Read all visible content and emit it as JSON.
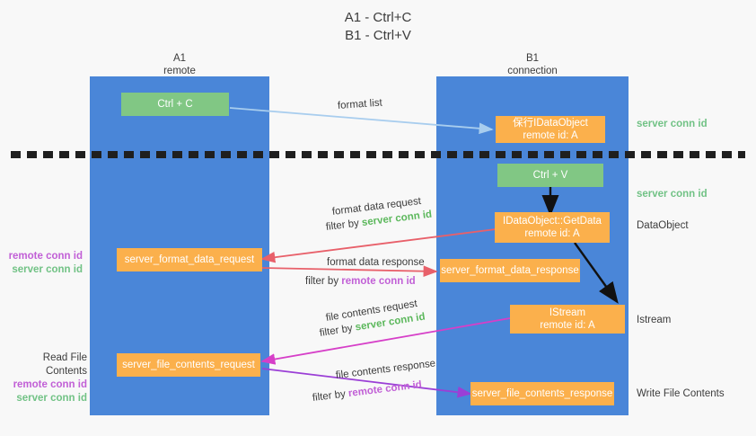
{
  "title": {
    "line1": "A1 - Ctrl+C",
    "line2": "B1 - Ctrl+V"
  },
  "lanes": [
    {
      "id": "A1",
      "name": "A1",
      "sub": "remote"
    },
    {
      "id": "B1",
      "name": "B1",
      "sub": "connection"
    }
  ],
  "boxes": {
    "ctrl_c": "Ctrl + C",
    "ctrl_v": "Ctrl + V",
    "idataobject": {
      "line1": "保行IDataObject",
      "line2": "remote id: A"
    },
    "getdata": {
      "line1": "IDataObject::GetData",
      "line2": "remote id: A"
    },
    "istream": {
      "line1": "IStream",
      "line2": "remote id: A"
    },
    "server_format_data_request": "server_format_data_request",
    "server_format_data_response": "server_format_data_response",
    "server_file_contents_request": "server_file_contents_request",
    "server_file_contents_response": "server_file_contents_response"
  },
  "right_labels": {
    "server_conn_id_top": "server conn id",
    "server_conn_id_mid": "server conn id",
    "dataobject": "DataObject",
    "istream": "Istream",
    "write_file_contents": "Write File Contents"
  },
  "left_labels": {
    "group1": {
      "remote": "remote conn id",
      "server": "server conn id"
    },
    "read_file_contents": "Read File Contents",
    "group2": {
      "remote": "remote conn id",
      "server": "server conn id"
    }
  },
  "annotations": {
    "format_list": "format list",
    "format_data_request": "format data request",
    "format_data_request_filter_pre": "filter by",
    "format_data_request_filter_key": "server conn id",
    "format_data_response": "format data response",
    "format_data_response_filter_pre": "filter by",
    "format_data_response_filter_key": "remote conn id",
    "file_contents_request": "file contents request",
    "file_contents_request_filter_pre": "filter by",
    "file_contents_request_filter_key": "server conn id",
    "file_contents_response": "file contents response",
    "file_contents_response_filter_pre": "filter by",
    "file_contents_response_filter_key": "remote conn id"
  },
  "colors": {
    "lane": "#4a86d8",
    "green_box": "#81c784",
    "orange_box": "#fbb04c",
    "server_conn_id": "#5cb85c",
    "remote_conn_id": "#c15fd6",
    "arrow_light_blue": "#a8cdee",
    "arrow_red": "#e8606a",
    "arrow_magenta": "#d63fc8",
    "arrow_purple": "#9b3fd6",
    "arrow_black": "#111111",
    "background": "#f8f8f8"
  }
}
